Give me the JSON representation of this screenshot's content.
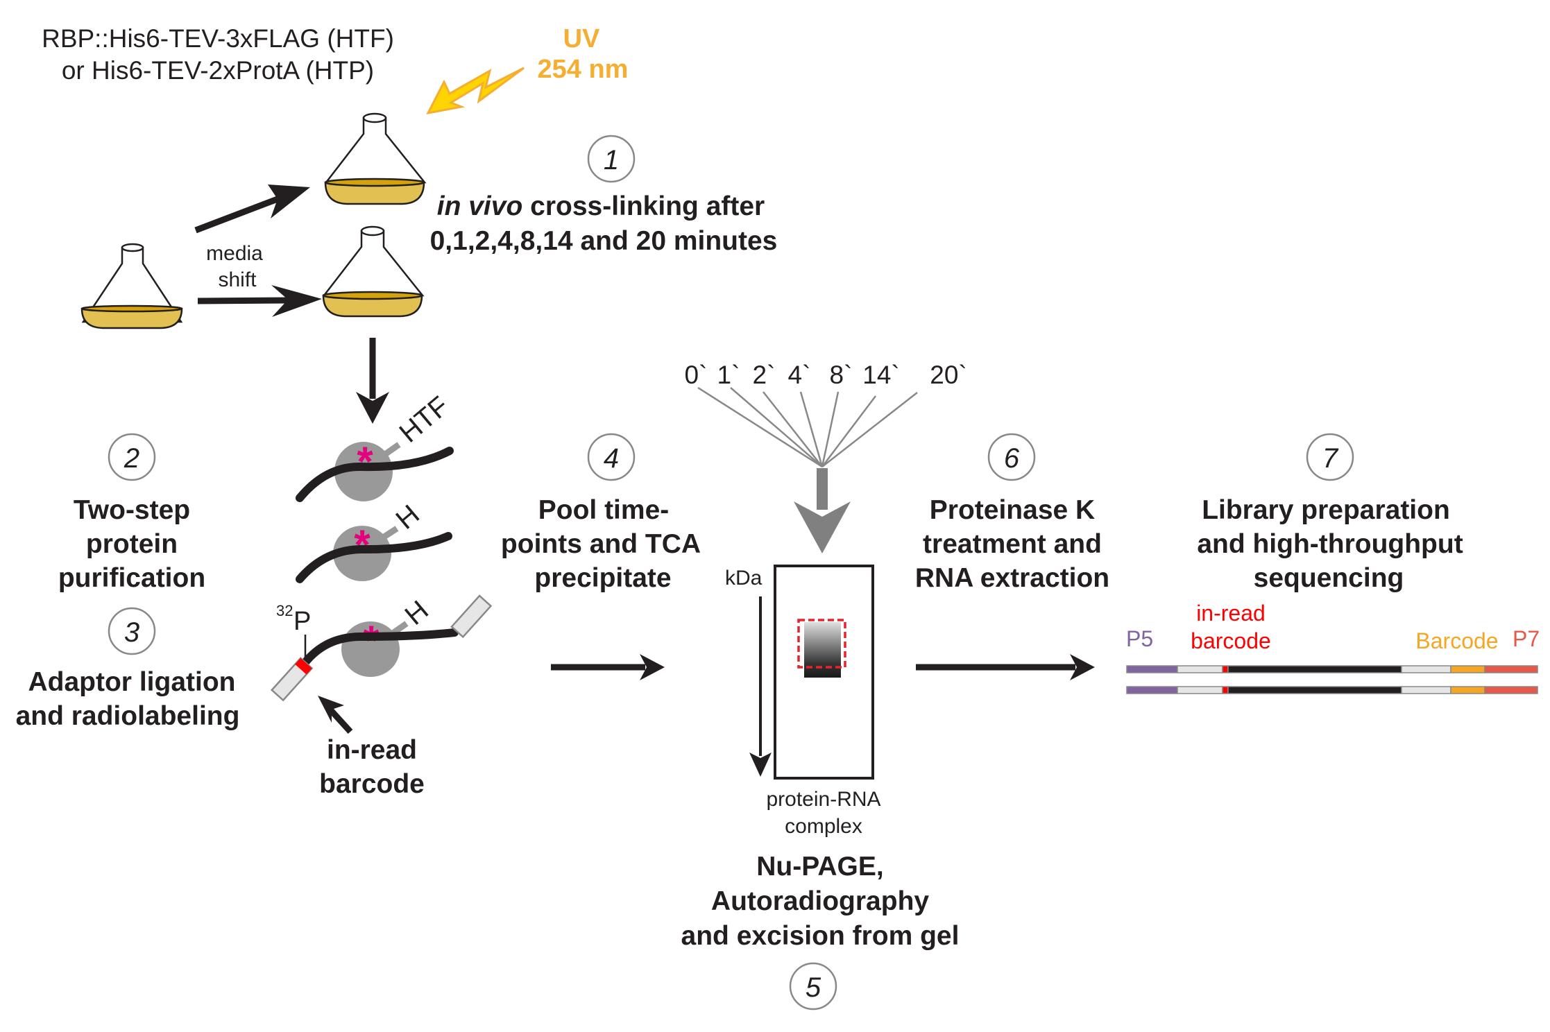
{
  "header": {
    "construct_line1": "RBP::His6-TEV-3xFLAG (HTF)",
    "construct_line2": "or His6-TEV-2xProtA (HTP)",
    "uv_line1": "UV",
    "uv_line2": "254 nm"
  },
  "colors": {
    "uv": "#F5AE32",
    "asterisk": "#E6007E",
    "liquid": "#E2C152",
    "p5": "#8064A2",
    "inread": "#FF0000",
    "barcode": "#F5A623",
    "p7": "#E8584A"
  },
  "culture": {
    "media_shift_line1": "media",
    "media_shift_line2": "shift"
  },
  "steps": [
    {
      "number": "1",
      "lines_italic_prefix": "in vivo",
      "lines": [
        " cross-linking after",
        "0,1,2,4,8,14 and 20 minutes"
      ]
    },
    {
      "number": "2",
      "lines": [
        "Two-step",
        "protein",
        "purification"
      ]
    },
    {
      "number": "3",
      "lines": [
        "Adaptor ligation",
        "and radiolabeling"
      ]
    },
    {
      "number": "4",
      "lines": [
        "Pool time-",
        "points and TCA",
        "precipitate"
      ]
    },
    {
      "number": "5",
      "lines": [
        "Nu-PAGE,",
        "Autoradiography",
        "and excision from gel"
      ]
    },
    {
      "number": "6",
      "lines": [
        "Proteinase K",
        "treatment and",
        "RNA extraction"
      ]
    },
    {
      "number": "7",
      "lines": [
        "Library preparation",
        "and high-throughput",
        "sequencing"
      ]
    }
  ],
  "complexes": {
    "tag_htf": "HTF",
    "tag_h1": "H",
    "tag_h2": "H",
    "asterisk": "*",
    "isotope_sup": "32",
    "isotope": "P",
    "inread_line1": "in-read",
    "inread_line2": "barcode"
  },
  "timepoints": [
    "0`",
    "1`",
    "2`",
    "4`",
    "8`",
    "14`",
    "20`"
  ],
  "gel": {
    "axis_label": "kDa",
    "caption_line1": "protein-RNA",
    "caption_line2": "complex"
  },
  "library": {
    "p5": "P5",
    "inread_line1": "in-read",
    "inread_line2": "barcode",
    "barcode": "Barcode",
    "p7": "P7"
  }
}
